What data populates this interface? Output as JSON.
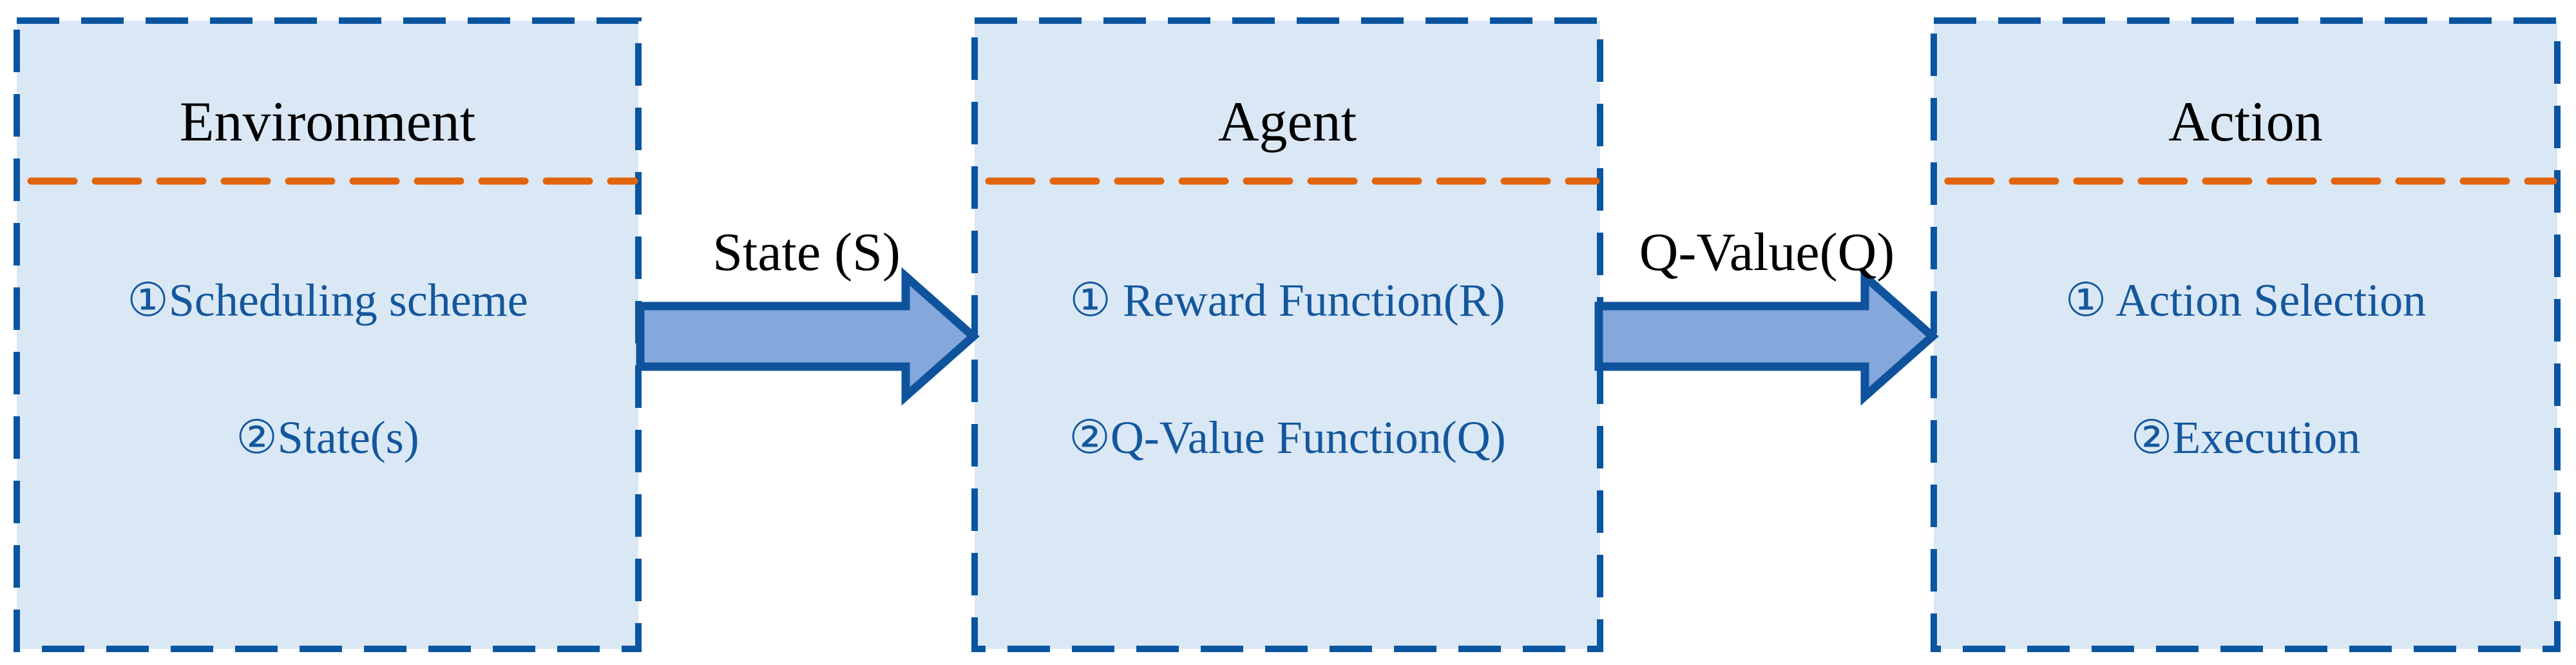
{
  "diagram": {
    "boxes": [
      {
        "title": "Environment",
        "items": [
          "①Scheduling scheme",
          "②State(s)"
        ]
      },
      {
        "title": "Agent",
        "items": [
          "① Reward Function(R)",
          "②Q-Value Function(Q)"
        ]
      },
      {
        "title": "Action",
        "items": [
          "① Action Selection",
          "②Execution"
        ]
      }
    ],
    "arrows": [
      {
        "label": "State (S)"
      },
      {
        "label": "Q-Value(Q)"
      }
    ],
    "colors": {
      "background": "#FFFFFF",
      "box_fill": "#DAE8F5",
      "box_border": "#0A55A0",
      "divider": "#E2650C",
      "arrow_fill": "#84A8DC",
      "arrow_border": "#0F539D",
      "item_text": "#14579E",
      "title_text": "#000000"
    }
  }
}
